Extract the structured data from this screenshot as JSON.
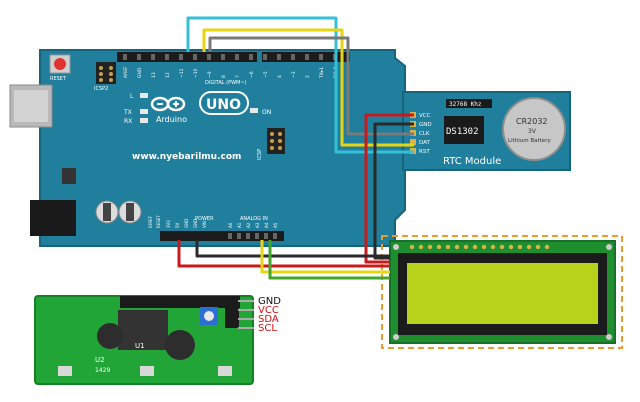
{
  "arduino": {
    "reset_label": "RESET",
    "icsp2_label": "ICSP2",
    "icsp_label": "ICSP",
    "l_label": "L",
    "tx_label": "TX",
    "rx_label": "RX",
    "on_label": "ON",
    "brand_label": "Arduino",
    "uno_label": "UNO",
    "website_label": "www.nyebarilmu.com",
    "digital_label": "DIGITAL (PWM~)",
    "power_label": "POWER",
    "analog_label": "ANALOG IN",
    "ioref_label": "IOREF",
    "reset_pin_label": "RESET",
    "pin_3v3": "3V3",
    "pin_5v": "5V",
    "pin_gnd": "GND",
    "pin_vin": "VIN",
    "analog_pins": [
      "A0",
      "A1",
      "A2",
      "A3",
      "A4",
      "A5"
    ],
    "digital_pins": [
      "AREF",
      "GND",
      "13",
      "12",
      "~11",
      "~10",
      "~9",
      "8",
      "7",
      "~6",
      "~5",
      "4",
      "~3",
      "2",
      "TX▸1",
      "RX◂0"
    ]
  },
  "rtc": {
    "crystal_label": "32768 Khz",
    "chip_label": "DS1302",
    "battery_model": "CR2032",
    "battery_voltage": "3V",
    "battery_type": "Lithium Battery",
    "module_label": "RTC Module",
    "pins": [
      "VCC",
      "GND",
      "CLK",
      "DAT",
      "RST"
    ]
  },
  "i2c": {
    "pins": [
      "GND",
      "VCC",
      "SDA",
      "SCL"
    ],
    "pin_colors": [
      "#111111",
      "#d01010",
      "#d01010",
      "#d01010"
    ],
    "u1_label": "U1",
    "u2_label": "U2",
    "part_label": "1429"
  },
  "colors": {
    "wire_red": "#c8191c",
    "wire_black": "#2a2a2a",
    "wire_yellow": "#e8d511",
    "wire_green": "#41a62a",
    "wire_gray": "#7a7a7a",
    "wire_cyan": "#35c0d8",
    "board_blue": "#1f7f9c",
    "lcd_border": "#f19a2b"
  }
}
